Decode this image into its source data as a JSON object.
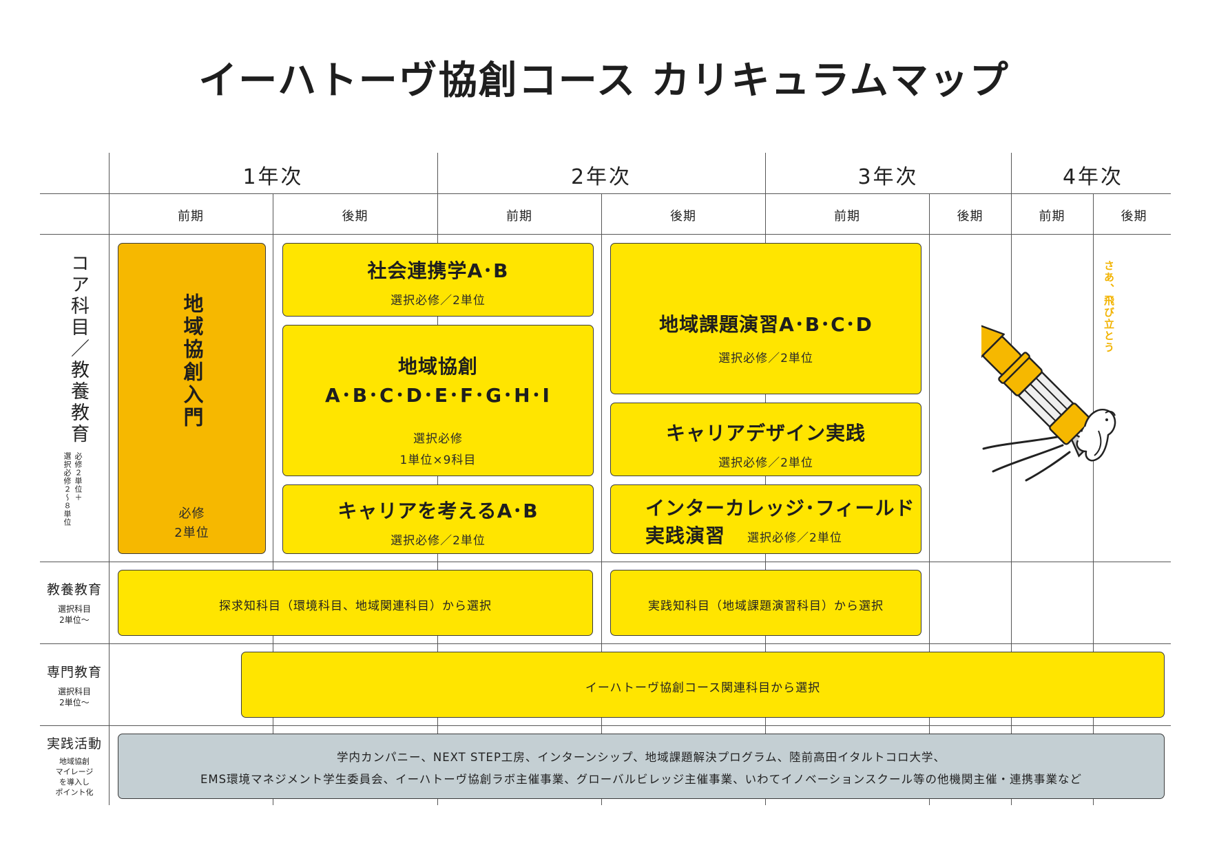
{
  "title": "イーハトーヴ協創コース カリキュラムマップ",
  "years": [
    "1年次",
    "2年次",
    "3年次",
    "4年次"
  ],
  "terms": [
    "前期",
    "後期",
    "前期",
    "後期",
    "前期",
    "後期",
    "前期",
    "後期"
  ],
  "categories": {
    "core": {
      "name": "コア科目／教養教育",
      "req": "必修２単位＋",
      "sel": "選択必修２～８単位"
    },
    "liberal": {
      "name": "教養教育",
      "sub1": "選択科目",
      "sub2": "2単位〜"
    },
    "specialized": {
      "name": "専門教育",
      "sub1": "選択科目",
      "sub2": "2単位〜"
    },
    "practice": {
      "name": "実践活動",
      "sub1": "地域協創",
      "sub2": "マイレージ",
      "sub3": "を導入し",
      "sub4": "ポイント化"
    }
  },
  "boxes": {
    "intro": {
      "title": "地域協創入門",
      "note1": "必修",
      "note2": "2単位"
    },
    "social": {
      "title": "社会連携学A･B",
      "note": "選択必修／2単位"
    },
    "kyoso": {
      "title1": "地域協創",
      "title2": "A･B･C･D･E･F･G･H･I",
      "note1": "選択必修",
      "note2": "1単位×9科目"
    },
    "career_think": {
      "title": "キャリアを考えるA･B",
      "note": "選択必修／2単位"
    },
    "regional": {
      "title": "地域課題演習A･B･C･D",
      "note": "選択必修／2単位"
    },
    "career_design": {
      "title": "キャリアデザイン実践",
      "note": "選択必修／2単位"
    },
    "intercollege": {
      "title1": "インターカレッジ･フィールド",
      "title2": "実践演習",
      "note": "選択必修／2単位"
    },
    "liberal_1": {
      "text": "探求知科目（環境科目、地域関連科目）から選択"
    },
    "liberal_2": {
      "text": "実践知科目（地域課題演習科目）から選択"
    },
    "specialized": {
      "text": "イーハトーヴ協創コース関連科目から選択"
    },
    "practice": {
      "line1": "学内カンパニー、NEXT STEP工房、インターンシップ、地域課題解決プログラム、陸前高田イタルトコロ大学、",
      "line2": "EMS環境マネジメント学生委員会、イーハトーヴ協創ラボ主催事業、グローバルビレッジ主催事業、いわてイノベーションスクール等の他機関主催・連携事業など"
    }
  },
  "illustration": {
    "caption": "さあ、飛び立とう",
    "icon": "rocket-with-mascot-icon"
  },
  "colors": {
    "yellow": "#ffe500",
    "orange": "#f6b800",
    "grey": "#c4cfd3"
  }
}
